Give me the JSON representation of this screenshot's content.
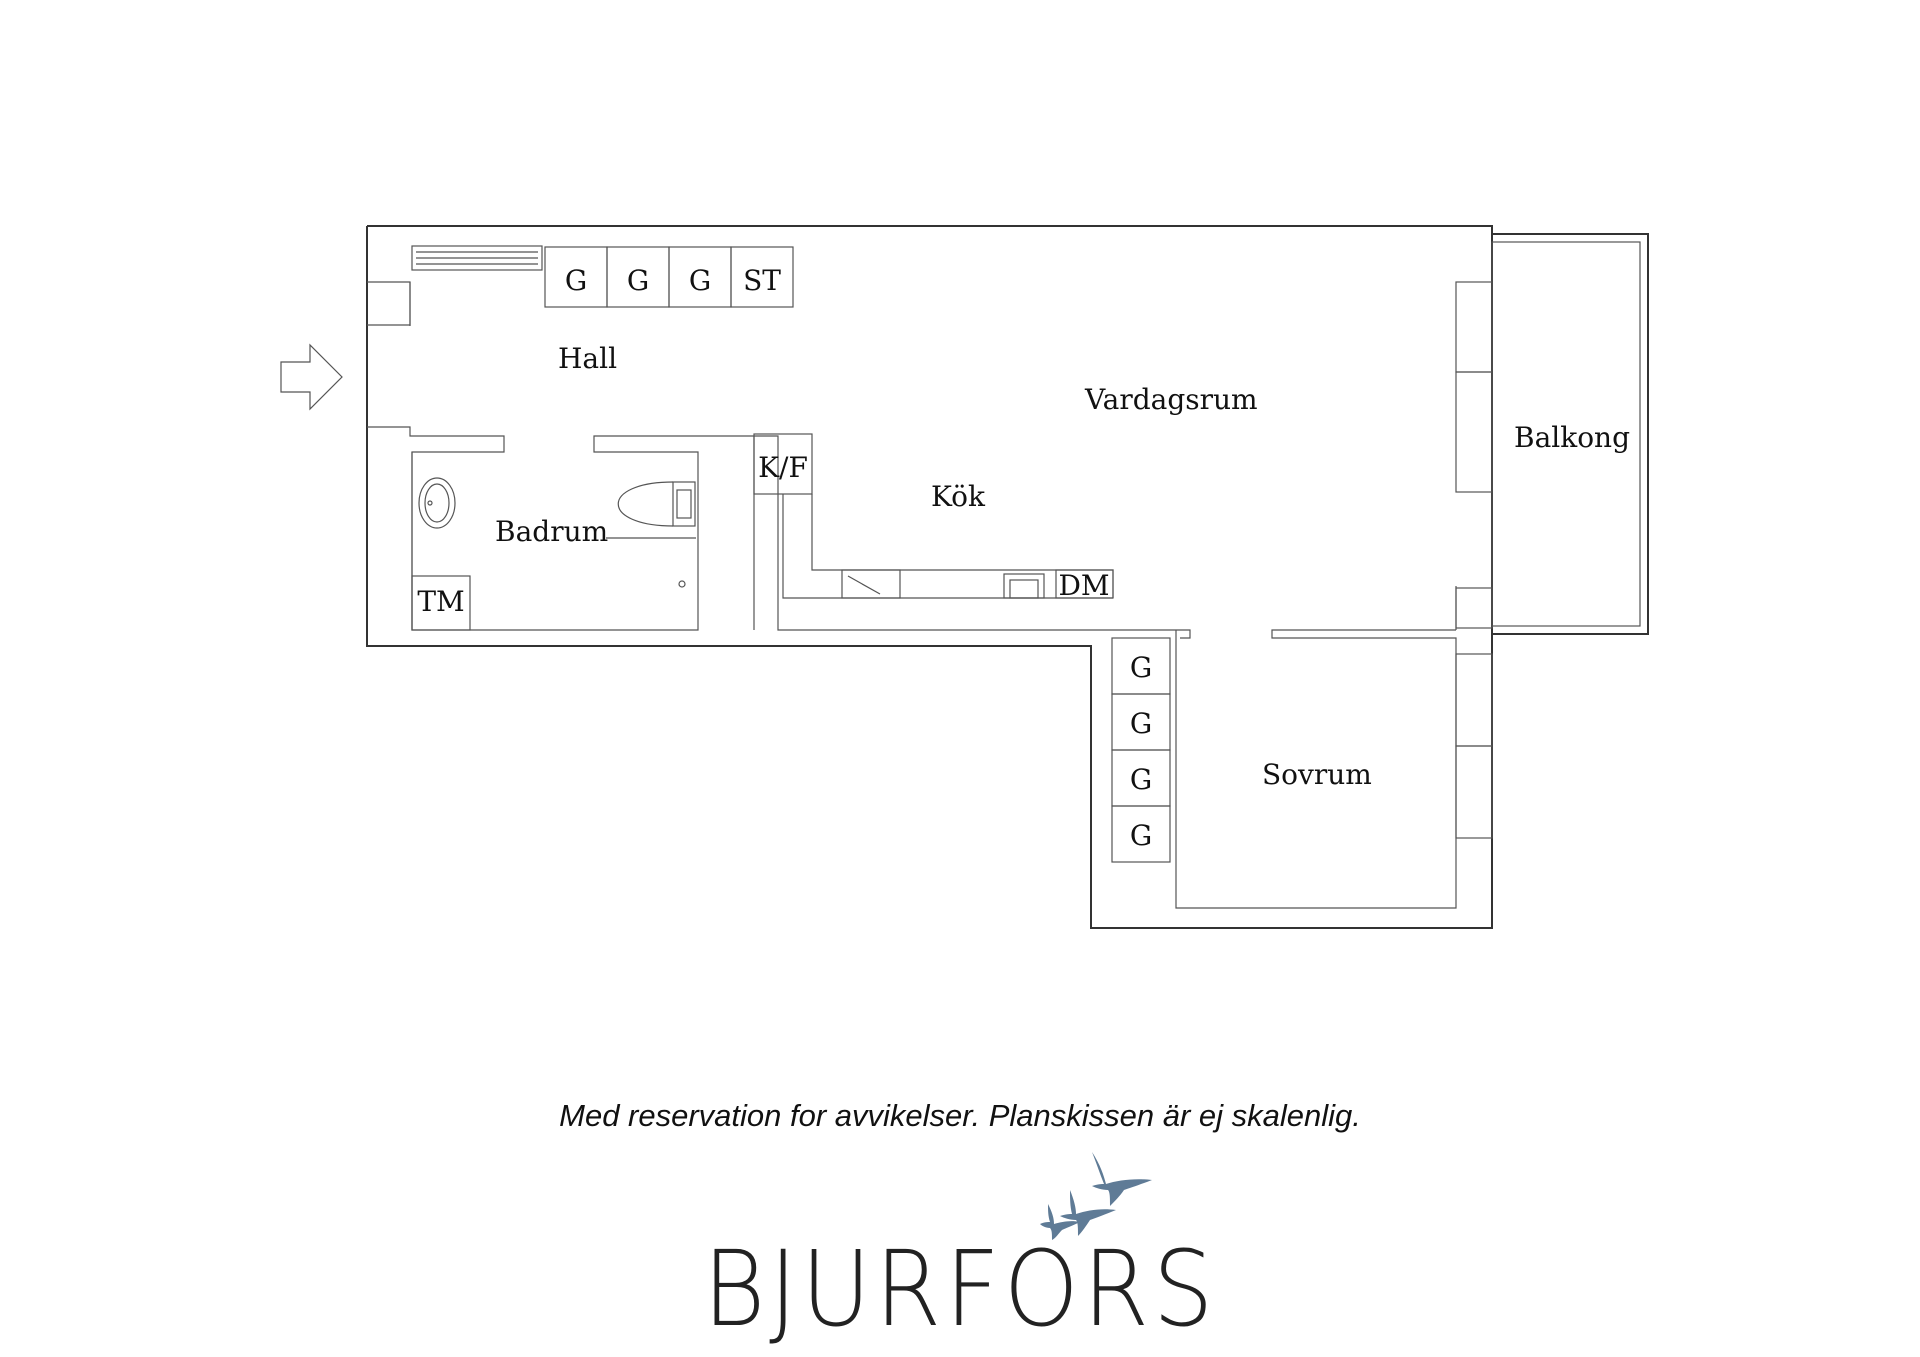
{
  "rooms": {
    "hall": "Hall",
    "vardagsrum": "Vardagsrum",
    "balkong": "Balkong",
    "kok": "Kök",
    "badrum": "Badrum",
    "sovrum": "Sovrum"
  },
  "fixtures": {
    "garderob": "G",
    "stad": "ST",
    "kyl_frys": "K/F",
    "diskmaskin": "DM",
    "tvattmaskin": "TM"
  },
  "disclaimer": "Med reservation for avvikelser. Planskissen är ej skalenlig.",
  "brand": {
    "name": "BJURFORS",
    "logo_icon": "flying-birds-icon",
    "logo_color": "#5f7b96"
  }
}
